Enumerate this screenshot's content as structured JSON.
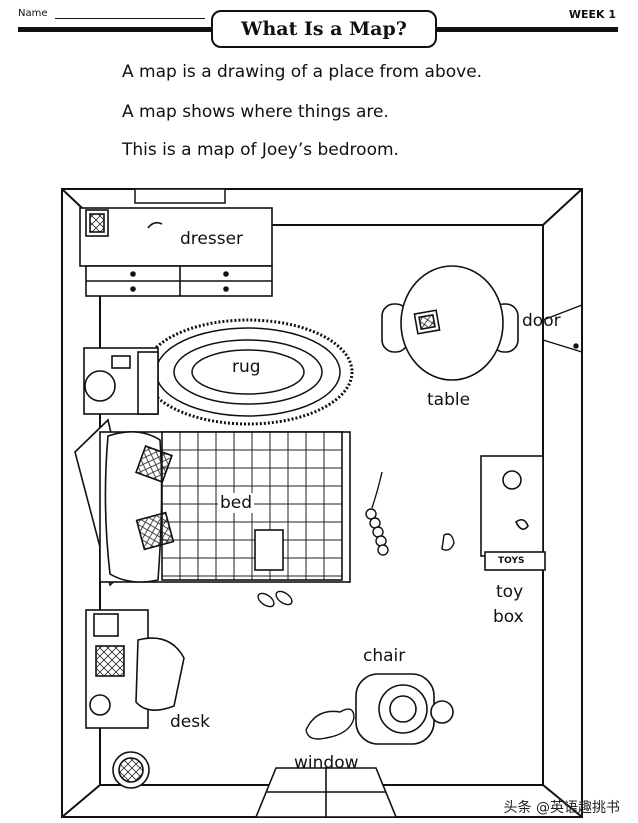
{
  "header": {
    "name_label": "Name",
    "week_label": "WEEK 1",
    "title": "What Is a Map?"
  },
  "intro": [
    "A map is a drawing of a place from above.",
    "A map shows where things are.",
    "This is a map of Joey’s bedroom."
  ],
  "map_labels": {
    "dresser": "dresser",
    "rug": "rug",
    "table": "table",
    "door": "door",
    "bed": "bed",
    "toy_box_line1": "toy",
    "toy_box_line2": "box",
    "toys_sign": "TOYS",
    "chair": "chair",
    "desk": "desk",
    "window": "window"
  },
  "watermark": "头条 @英语趣挑书"
}
